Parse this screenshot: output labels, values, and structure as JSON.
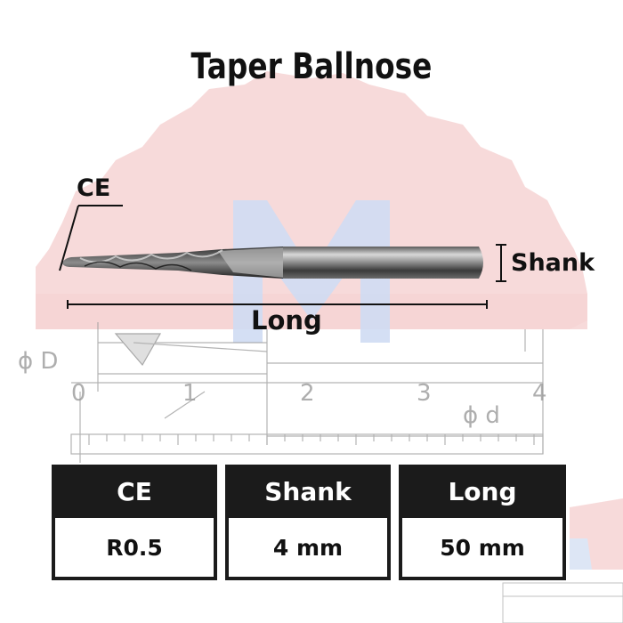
{
  "title": "Taper Ballnose",
  "labels": {
    "ce": "CE",
    "shank": "Shank",
    "long": "Long"
  },
  "drawing_text": {
    "phi_d_upper": "ϕ D",
    "phi_d_lower": "ϕ d",
    "ruler_0": "0",
    "ruler_1": "1",
    "ruler_2": "2",
    "ruler_3": "3",
    "ruler_4": "4"
  },
  "watermark_letter": "M",
  "table": {
    "headers": [
      "CE",
      "Shank",
      "Long"
    ],
    "values": [
      "R0.5",
      "4 mm",
      "50 mm"
    ]
  },
  "colors": {
    "header_bg": "#1b1b1b",
    "watermark_red": "#f3c8c8",
    "watermark_blue": "#c7d7f2",
    "text": "#111111"
  }
}
